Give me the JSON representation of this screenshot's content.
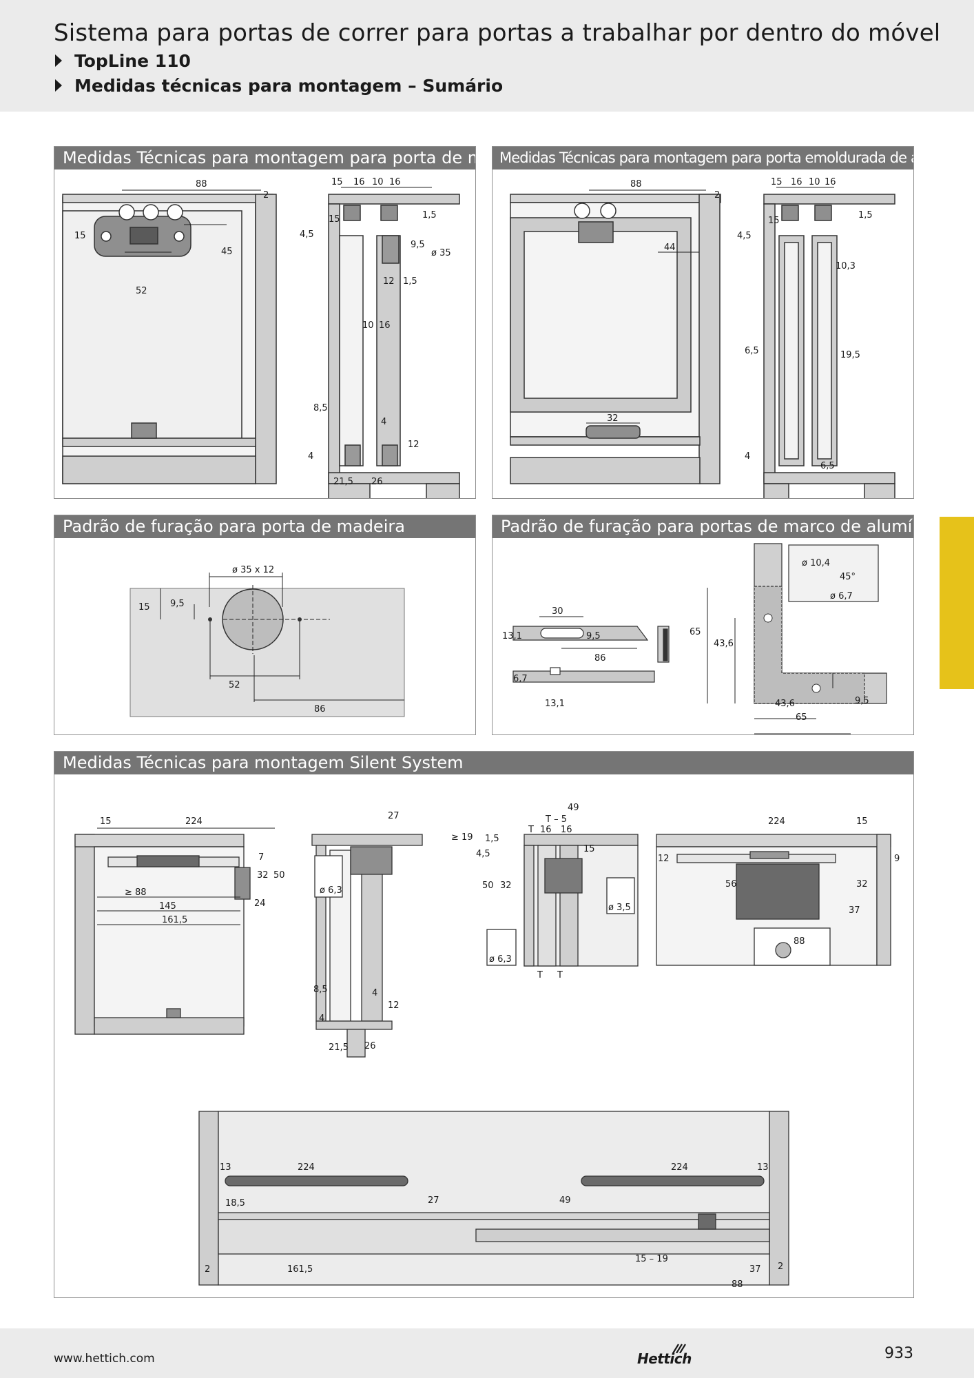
{
  "header": {
    "title": "Sistema para portas de correr para portas a trabalhar por dentro do móvel",
    "subtitles": [
      "TopLine 110",
      "Medidas técnicas para montagem – Sumário"
    ]
  },
  "panels": {
    "wood_mounting": {
      "title": "Medidas Técnicas para montagem para porta de madeira",
      "dims": [
        "88",
        "2",
        "15",
        "45",
        "52",
        "15",
        "16",
        "10",
        "16",
        "15",
        "4,5",
        "1,5",
        "9,5",
        "ø 35",
        "12",
        "1,5",
        "10",
        "16",
        "8,5",
        "4",
        "12",
        "4",
        "21,5",
        "26"
      ]
    },
    "alu_mounting": {
      "title": "Medidas Técnicas para montagem para porta emoldurada de alumínio",
      "dims": [
        "88",
        "2",
        "44",
        "32",
        "15",
        "16",
        "10",
        "16",
        "15",
        "4,5",
        "1,5",
        "10,3",
        "6,5",
        "19,5",
        "4",
        "6,5"
      ]
    },
    "wood_drilling": {
      "title": "Padrão de furação para porta de madeira",
      "dims": [
        "ø 35 x 12",
        "15",
        "9,5",
        "52",
        "86"
      ]
    },
    "alu_drilling": {
      "title": "Padrão de furação para portas de marco de alumínio",
      "dims": [
        "30",
        "13,1",
        "9,5",
        "86",
        "6,7",
        "13,1",
        "ø 10,4",
        "45°",
        "ø 6,7",
        "65",
        "43,6",
        "9,5",
        "43,6",
        "65"
      ]
    },
    "silent": {
      "title": "Medidas Técnicas para montagem Silent System",
      "dims_a": [
        "15",
        "224",
        "7",
        "32",
        "50",
        "≥ 88",
        "24",
        "145",
        "161,5"
      ],
      "dims_b": [
        "27",
        "≥ 19",
        "ø 6,3",
        "8,5",
        "4",
        "12",
        "4",
        "21,5",
        "26"
      ],
      "dims_c": [
        "49",
        "T – 5",
        "T",
        "16",
        "16",
        "1,5",
        "4,5",
        "15",
        "50",
        "32",
        "ø 3,5",
        "ø 6,3",
        "T",
        "T"
      ],
      "dims_d": [
        "224",
        "15",
        "12",
        "9",
        "56",
        "32",
        "37",
        "88"
      ],
      "dims_e": [
        "13",
        "224",
        "224",
        "13",
        "18,5",
        "27",
        "49",
        "2",
        "161,5",
        "15 – 19",
        "37",
        "2",
        "88"
      ]
    }
  },
  "footer": {
    "url": "www.hettich.com",
    "brand": "Hettich",
    "page": "933"
  },
  "colors": {
    "header_bg": "#ebebeb",
    "panel_head": "#757575",
    "accent_tab": "#e6c21a"
  }
}
